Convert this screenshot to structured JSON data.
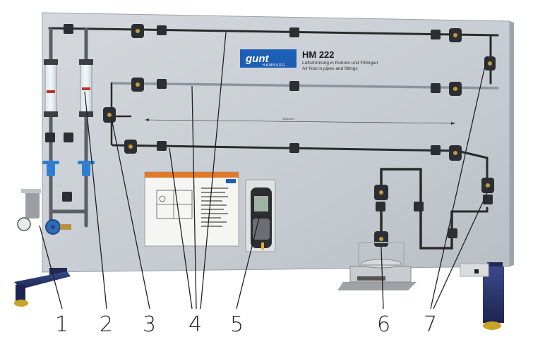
{
  "brand": {
    "logo": "gunt",
    "logo_sub": "HAMBURG",
    "model": "HM 222",
    "subtitle_de": "Luftströmung in Rohren und Fittingen",
    "subtitle_en": "Air flow in pipes and fittings"
  },
  "dimension_label": "1000 mm",
  "callouts": [
    {
      "label": "1"
    },
    {
      "label": "2"
    },
    {
      "label": "3"
    },
    {
      "label": "4"
    },
    {
      "label": "5"
    },
    {
      "label": "6"
    },
    {
      "label": "7"
    }
  ],
  "colors": {
    "panel": "#c9ced4",
    "pipe": "#2a2a2a",
    "valve_blue": "#2f7fd0",
    "brand_blue": "#1d5fb4",
    "stand_blue": "#25336a",
    "foot_yellow": "#c9a227"
  }
}
